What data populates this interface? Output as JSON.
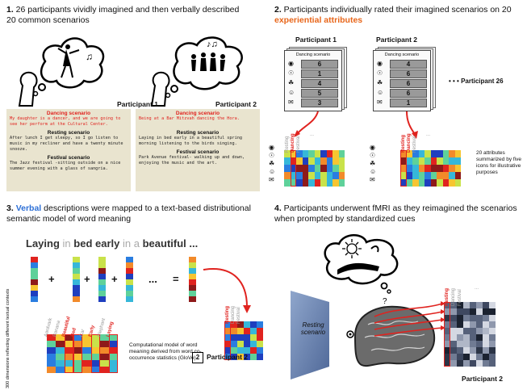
{
  "panel1": {
    "title_num": "1.",
    "title_rest": " 26 participants vividly imagined and then verbally described 20 common scenarios",
    "participant1": "Participant 1",
    "participant2": "Participant 2",
    "p1": {
      "dancing_head": "Dancing scenario",
      "dancing_text": "My daughter is a dancer, and we are going to see her perform at the Cultural Center.",
      "resting_head": "Resting scenario",
      "resting_text": "After lunch I get sleepy, so I go listen to music in my recliner and have a twenty minute snooze.",
      "festival_head": "Festival scenario",
      "festival_text": "The Jazz festival -sitting outside on a nice summer evening with a glass of sangria."
    },
    "p2": {
      "dancing_head": "Dancing scenario",
      "dancing_text": "Being at a Bar Mitzvah dancing the Hora.",
      "resting_head": "Resting scenario",
      "resting_text": "Laying in bed early in a beautiful spring morning listening to the birds singing.",
      "festival_head": "Festival scenario",
      "festival_text": "Park Avenue festival- walking up and down, enjoying the music and the art."
    }
  },
  "panel2": {
    "title_num": "2.",
    "title_a": " Participants individually rated their imagined scenarios on 20 ",
    "title_hl": "experiential attributes",
    "participant1": "Participant 1",
    "participant2": "Participant 2",
    "participant26": "• • • Participant 26",
    "sheet_title": "Dancing scenario",
    "ratings1": [
      "6",
      "1",
      "4",
      "5",
      "3"
    ],
    "ratings2": [
      "4",
      "6",
      "6",
      "6",
      "1"
    ],
    "col_labels": [
      "Resting",
      "Dancing",
      "Festival"
    ],
    "ellipsis": "...",
    "note": "20 attributes summarized by five icons for illustrative purposes"
  },
  "panel3": {
    "title_num": "3.",
    "title_hl": "Verbal",
    "title_rest": " descriptions were mapped to a text-based distributional semantic model of word meaning",
    "sentence": {
      "w1": "Laying",
      "w2": "in",
      "w3": "bed early",
      "w4": "in",
      "w5": "a",
      "w6": "beautiful",
      "w7": "..."
    },
    "ops": [
      "+",
      "+",
      "+",
      "...",
      "="
    ],
    "matrix_words": [
      "Aardvark",
      "Banana",
      "Beautiful",
      "Bed",
      "Car",
      "Early",
      "Elephant",
      "Laying"
    ],
    "dims_label": "300 dimensions reflecting different textual contexts",
    "model_note": "Computational model of word meaning derived from word co-occurrence statistics (GloVe)",
    "col_labels": [
      "Resting",
      "Dancing",
      "Festival"
    ],
    "badge": "2",
    "participant": "Participant 2"
  },
  "panel4": {
    "title_num": "4.",
    "title_rest": " Participants underwent fMRI as they reimagined the scenarios when prompted by standardized cues",
    "cue": "Resting scenario",
    "col_labels": [
      "Resting",
      "Dancing",
      "Festival"
    ],
    "ellipsis": "...",
    "participant": "Participant 2"
  },
  "colors": {
    "red": "#e0231f",
    "blue": "#2c6fd6",
    "orange": "#e8661a",
    "card": "#e9e4cf"
  }
}
